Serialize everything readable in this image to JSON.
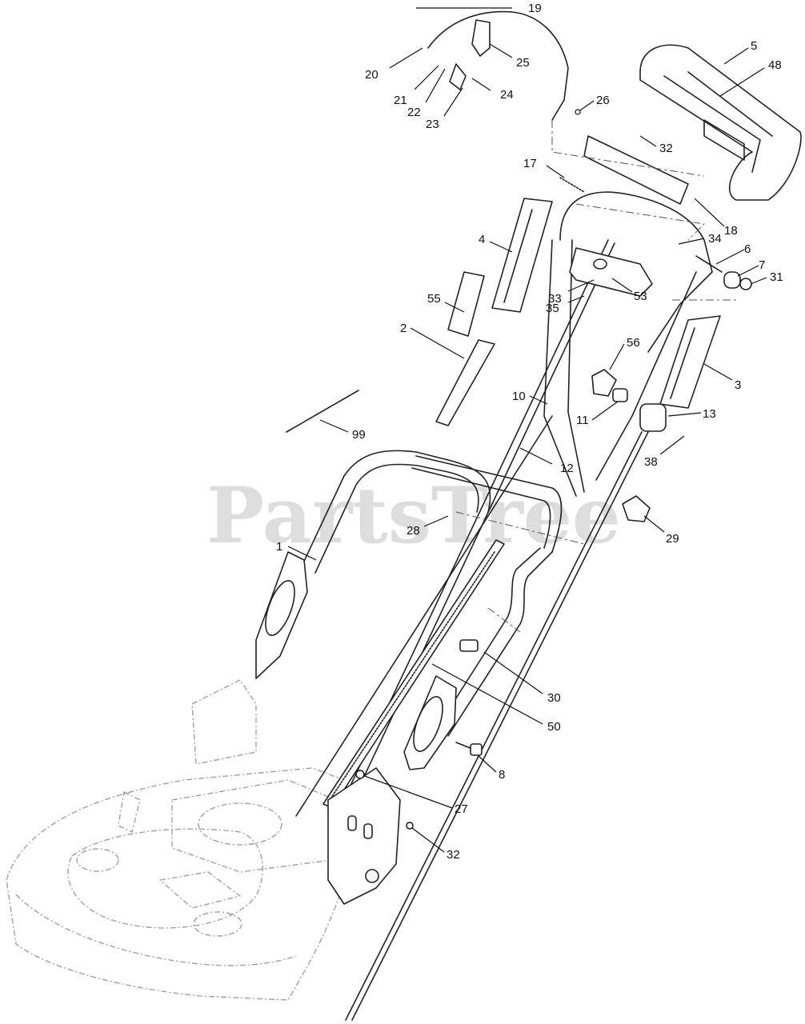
{
  "watermark": "PartsTree",
  "callouts": [
    {
      "id": "c19",
      "label": "19"
    },
    {
      "id": "c20",
      "label": "20"
    },
    {
      "id": "c25",
      "label": "25"
    },
    {
      "id": "c21",
      "label": "21"
    },
    {
      "id": "c22",
      "label": "22"
    },
    {
      "id": "c24",
      "label": "24"
    },
    {
      "id": "c23",
      "label": "23"
    },
    {
      "id": "c26",
      "label": "26"
    },
    {
      "id": "c5",
      "label": "5"
    },
    {
      "id": "c48",
      "label": "48"
    },
    {
      "id": "c32a",
      "label": "32"
    },
    {
      "id": "c17",
      "label": "17"
    },
    {
      "id": "c18",
      "label": "18"
    },
    {
      "id": "c4",
      "label": "4"
    },
    {
      "id": "c34",
      "label": "34"
    },
    {
      "id": "c6",
      "label": "6"
    },
    {
      "id": "c7",
      "label": "7"
    },
    {
      "id": "c31",
      "label": "31"
    },
    {
      "id": "c55",
      "label": "55"
    },
    {
      "id": "c33",
      "label": "33"
    },
    {
      "id": "c53",
      "label": "53"
    },
    {
      "id": "c35",
      "label": "35"
    },
    {
      "id": "c2",
      "label": "2"
    },
    {
      "id": "c56",
      "label": "56"
    },
    {
      "id": "c3",
      "label": "3"
    },
    {
      "id": "c10",
      "label": "10"
    },
    {
      "id": "c11",
      "label": "11"
    },
    {
      "id": "c13",
      "label": "13"
    },
    {
      "id": "c99",
      "label": "99"
    },
    {
      "id": "c12",
      "label": "12"
    },
    {
      "id": "c38",
      "label": "38"
    },
    {
      "id": "c28",
      "label": "28"
    },
    {
      "id": "c29",
      "label": "29"
    },
    {
      "id": "c1",
      "label": "1"
    },
    {
      "id": "c30",
      "label": "30"
    },
    {
      "id": "c50",
      "label": "50"
    },
    {
      "id": "c8",
      "label": "8"
    },
    {
      "id": "c27",
      "label": "27"
    },
    {
      "id": "c32b",
      "label": "32"
    }
  ]
}
